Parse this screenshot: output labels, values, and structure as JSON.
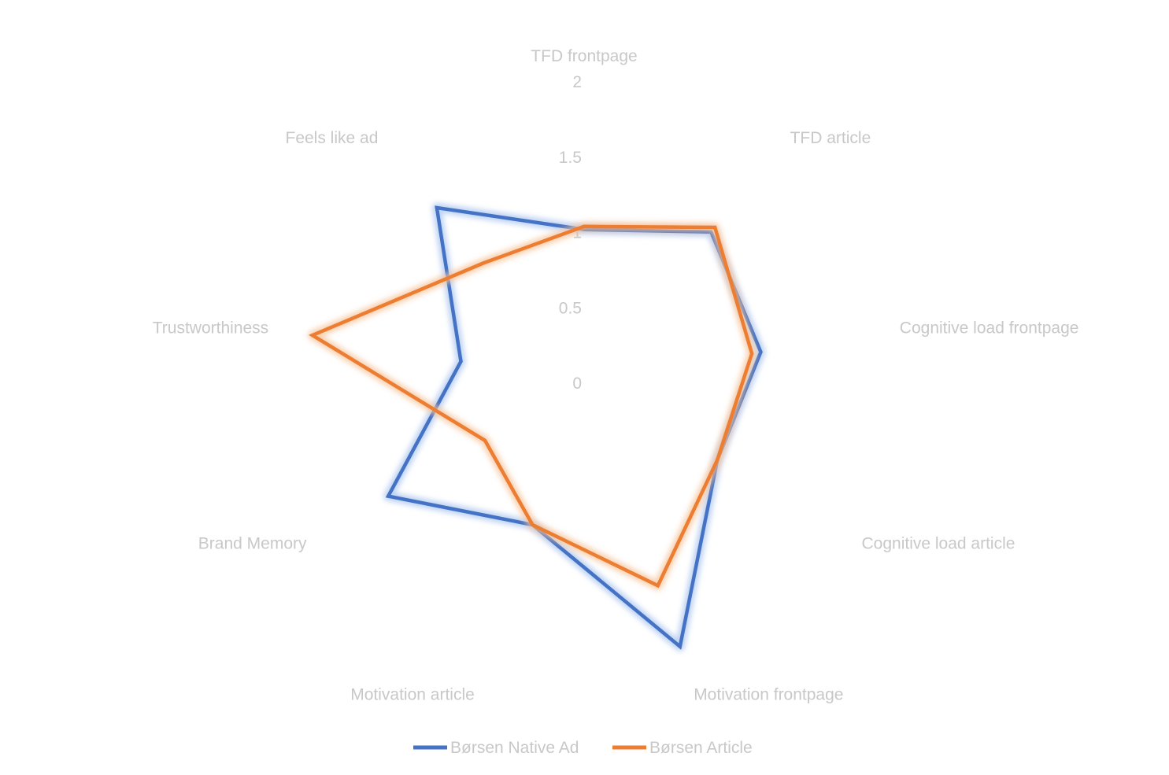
{
  "chart_data": {
    "type": "radar",
    "categories": [
      "TFD frontpage",
      "TFD article",
      "Cognitive load frontpage",
      "Cognitive load article",
      "Motivation frontpage",
      "Motivation article",
      "Brand Memory",
      "Trustworthiness",
      "Feels like ad"
    ],
    "rlim": [
      0,
      2
    ],
    "ticks": [
      "0",
      "0.5",
      "1",
      "1.5",
      "2"
    ],
    "grid": false,
    "legend_position": "bottom",
    "series": [
      {
        "name": "Børsen Native Ad",
        "color": "#4472c4",
        "glow": "#a9c4ef",
        "values": [
          1.02,
          1.31,
          1.19,
          1.02,
          1.86,
          1.0,
          1.5,
          0.83,
          1.52
        ]
      },
      {
        "name": "Børsen Article",
        "color": "#ed7d31",
        "glow": "#f6c39a",
        "values": [
          1.04,
          1.35,
          1.13,
          1.02,
          1.43,
          1.0,
          0.76,
          1.83,
          1.04
        ]
      }
    ]
  }
}
